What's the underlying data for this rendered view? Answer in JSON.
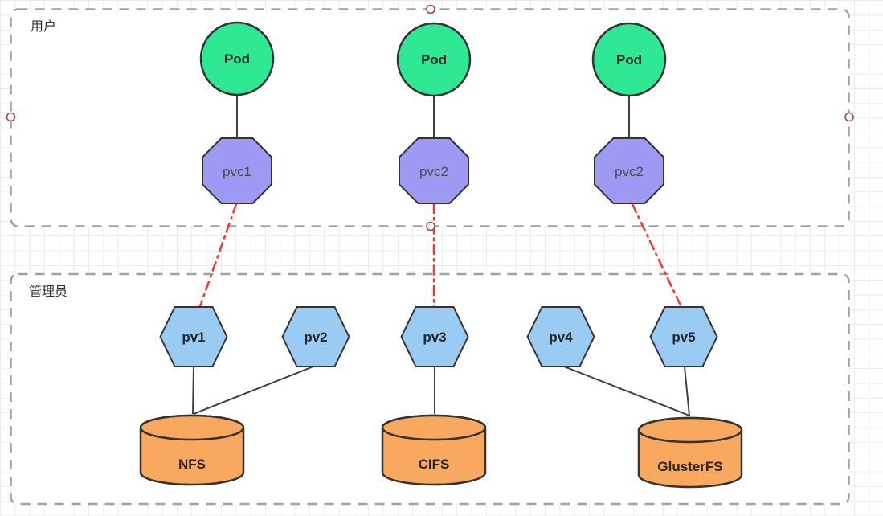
{
  "colors": {
    "pod_fill": "#2fe893",
    "pvc_fill": "#9e99f2",
    "pv_fill": "#9acbf2",
    "storage_fill": "#f9a85f",
    "shape_stroke": "#333333",
    "edge": "#3f3f3f",
    "red_edge": "#ff3232",
    "container_border": "#a2a2a2",
    "handle_stroke": "#a34848",
    "grid_line": "#ececec"
  },
  "containers": {
    "user": {
      "label": "用户"
    },
    "admin": {
      "label": "管理员"
    }
  },
  "nodes": {
    "pods": [
      {
        "label": "Pod"
      },
      {
        "label": "Pod"
      },
      {
        "label": "Pod"
      }
    ],
    "pvcs": [
      {
        "label": "pvc1"
      },
      {
        "label": "pvc2"
      },
      {
        "label": "pvc2"
      }
    ],
    "pvs": [
      {
        "label": "pv1"
      },
      {
        "label": "pv2"
      },
      {
        "label": "pv3"
      },
      {
        "label": "pv4"
      },
      {
        "label": "pv5"
      }
    ],
    "storages": [
      {
        "label": "NFS"
      },
      {
        "label": "CIFS"
      },
      {
        "label": "GlusterFS"
      }
    ]
  },
  "edges": {
    "pod_to_pvc": [
      {
        "from": "Pod-1",
        "to": "pvc1",
        "style": "solid"
      },
      {
        "from": "Pod-2",
        "to": "pvc2",
        "style": "solid"
      },
      {
        "from": "Pod-3",
        "to": "pvc2",
        "style": "solid"
      }
    ],
    "pvc_to_pv": [
      {
        "from": "pvc1",
        "to": "pv1",
        "style": "red-dash-dot"
      },
      {
        "from": "pvc2",
        "to": "pv3",
        "style": "red-dash-dot"
      },
      {
        "from": "pvc2",
        "to": "pv5",
        "style": "red-dash-dot"
      }
    ],
    "pv_to_storage": [
      {
        "from": "pv1",
        "to": "NFS",
        "style": "solid"
      },
      {
        "from": "pv2",
        "to": "NFS",
        "style": "solid"
      },
      {
        "from": "pv3",
        "to": "CIFS",
        "style": "solid"
      },
      {
        "from": "pv4",
        "to": "GlusterFS",
        "style": "solid"
      },
      {
        "from": "pv5",
        "to": "GlusterFS",
        "style": "solid"
      }
    ]
  }
}
